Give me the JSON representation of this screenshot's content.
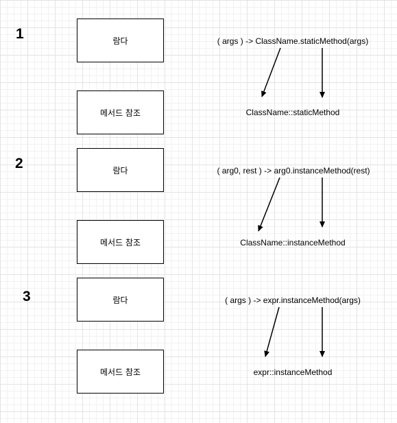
{
  "groups": [
    {
      "number": "1",
      "lambda_label": "람다",
      "method_ref_label": "메서드 참조",
      "lambda_expr": "( args ) -> ClassName.staticMethod(args)",
      "method_ref_expr": "ClassName::staticMethod"
    },
    {
      "number": "2",
      "lambda_label": "람다",
      "method_ref_label": "메서드 참조",
      "lambda_expr": "( arg0, rest ) -> arg0.instanceMethod(rest)",
      "method_ref_expr": "ClassName::instanceMethod"
    },
    {
      "number": "3",
      "lambda_label": "람다",
      "method_ref_label": "메서드 참조",
      "lambda_expr": "( args ) -> expr.instanceMethod(args)",
      "method_ref_expr": "expr::instanceMethod"
    }
  ]
}
